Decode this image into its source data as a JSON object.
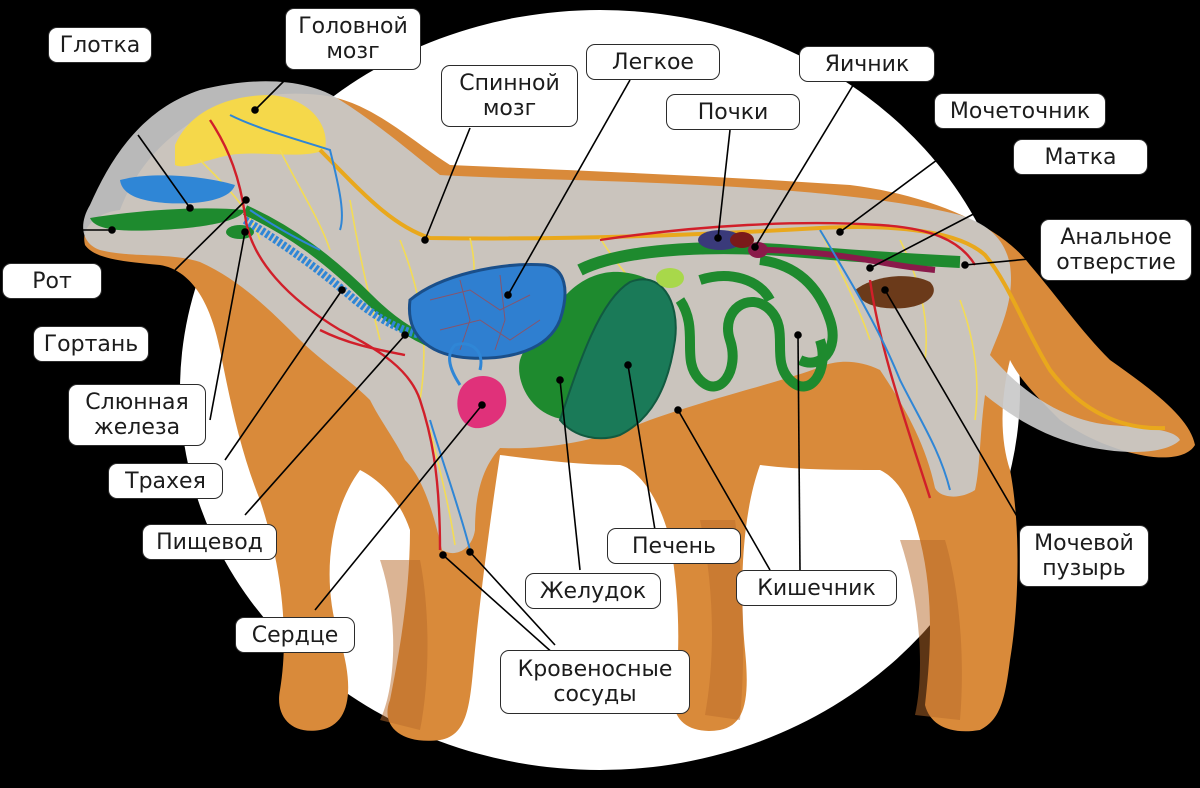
{
  "colors": {
    "background": "#000000",
    "halo": "#ffffff",
    "fur": "#d98a3a",
    "fur_dark": "#b8692a",
    "body_overlay": "#c9c9c9",
    "brain": "#f5d84a",
    "nerves": "#f3dc55",
    "spinal_cord": "#e9a81c",
    "digestive": "#1e8a2e",
    "lung": "#2f7fd0",
    "vessels_red": "#d11f2a",
    "vessels_blue": "#2f86d6",
    "heart": "#e0317a",
    "kidney": "#3a3a7a",
    "uterus": "#8a1a4a",
    "bladder": "#6b3a1a",
    "label_border": "#2b2b2b",
    "leader_line": "#000000"
  },
  "labels": {
    "glotka": "Глотка",
    "golovnoy_mozg": "Головной\nмозг",
    "spinnoy_mozg": "Спинной\nмозг",
    "legkoe": "Легкое",
    "pochki": "Почки",
    "yaichnik": "Яичник",
    "mochetochnik": "Мочеточник",
    "matka": "Матка",
    "analnoe": "Анальное\nотверстие",
    "rot": "Рот",
    "gortan": "Гортань",
    "slyunnaya": "Слюнная\nжелеза",
    "traheya": "Трахея",
    "pishchevod": "Пищевод",
    "serdtse": "Сердце",
    "krovenosnye": "Кровеносные\nсосуды",
    "zheludok": "Желудок",
    "pechen": "Печень",
    "kishechnik": "Кишечник",
    "mochevoy": "Мочевой\nпузырь"
  }
}
